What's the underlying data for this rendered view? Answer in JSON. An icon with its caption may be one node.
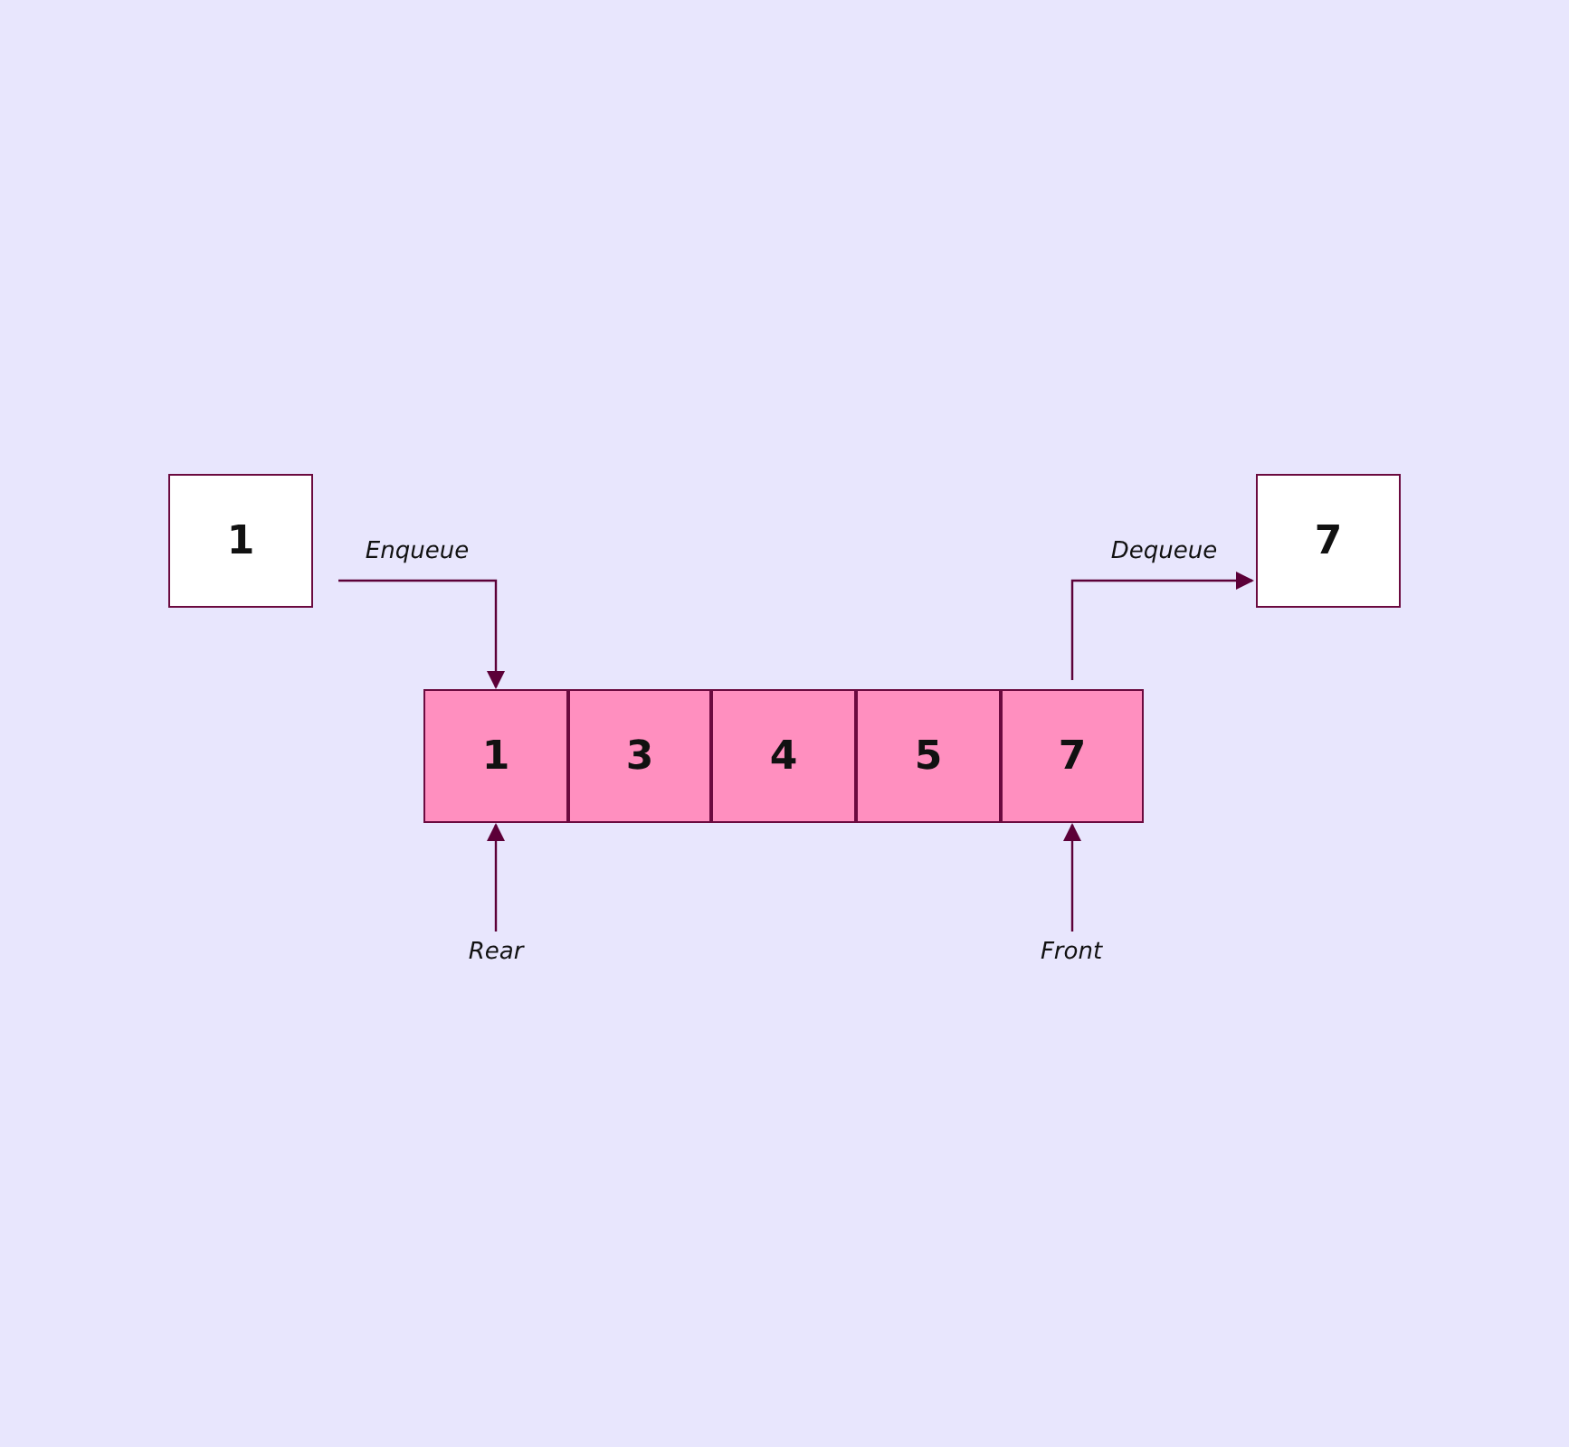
{
  "diagram": {
    "nodes": [
      {
        "text": [
          "1"
        ]
      },
      {
        "text": [
          "7"
        ]
      },
      {
        "text": [
          "1"
        ]
      },
      {
        "text": [
          "3"
        ]
      },
      {
        "text": [
          "4"
        ]
      },
      {
        "text": [
          "5"
        ]
      },
      {
        "text": [
          "7"
        ]
      },
      {
        "text": [
          "Rear"
        ]
      },
      {
        "text": [
          "Front"
        ]
      }
    ],
    "edges": [
      {
        "from": 0,
        "to": 2,
        "arrow": "to",
        "label": "Enqueue"
      },
      {
        "from": 6,
        "to": 1,
        "arrow": "to",
        "label": "Dequeue"
      },
      {
        "from": 7,
        "to": 2,
        "arrow": "to"
      },
      {
        "from": 8,
        "to": 6,
        "arrow": "to"
      }
    ]
  }
}
